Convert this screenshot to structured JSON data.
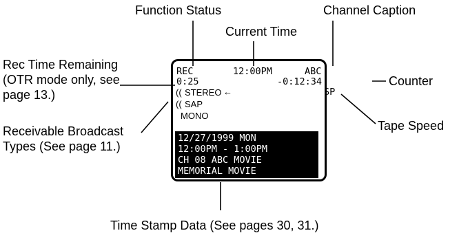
{
  "callouts": {
    "function_status": "Function Status",
    "channel_caption": "Channel Caption",
    "current_time": "Current Time",
    "rec_time_line1": "Rec Time Remaining",
    "rec_time_line2": "(OTR mode only, see",
    "rec_time_line3": "page 13.)",
    "counter": "Counter",
    "receivable_line1": "Receivable Broadcast",
    "receivable_line2": "Types  (See page 11.)",
    "tape_speed": "Tape Speed",
    "time_stamp": "Time Stamp Data (See pages 30, 31.)"
  },
  "screen": {
    "status": "REC",
    "time": "12:00PM",
    "channel": "ABC",
    "remaining": "0:25",
    "counter": "-0:12:34",
    "stereo": "STEREO",
    "stereo_arrow": "←",
    "sap": "SAP",
    "mono": "MONO",
    "speed": "SP",
    "stamp": [
      "12/27/1999 MON",
      "12:00PM -  1:00PM",
      "CH 08 ABC  MOVIE",
      "MEMORIAL MOVIE"
    ]
  },
  "icons": [
    "broadcast-icon",
    "broadcast-icon"
  ]
}
